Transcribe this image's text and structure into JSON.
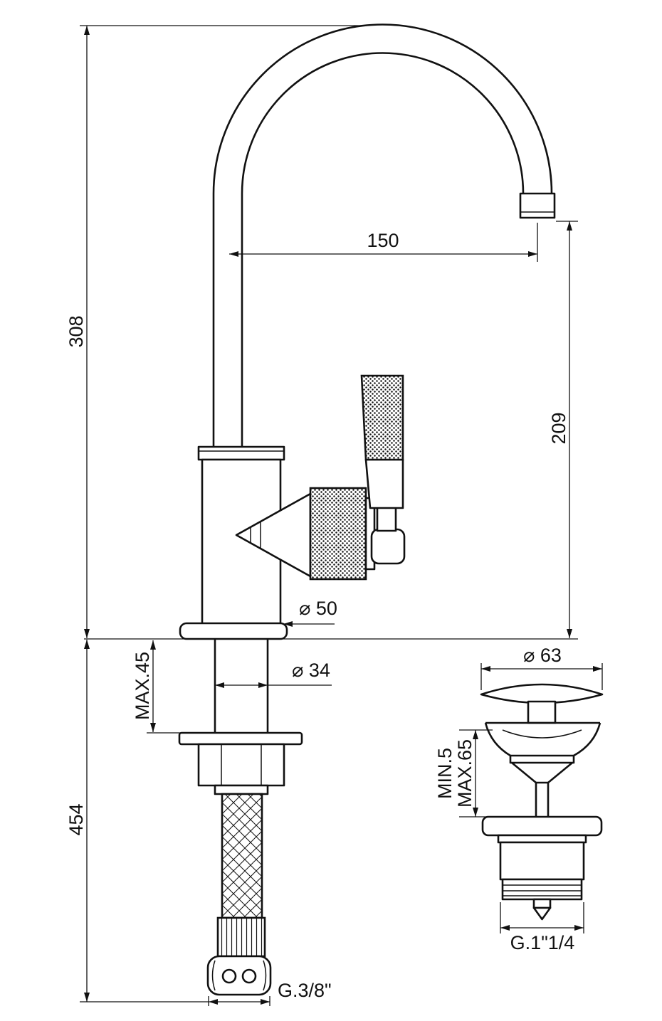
{
  "drawing": {
    "labels": {
      "spout_reach": "150",
      "height_above_deck": "308",
      "outlet_height": "209",
      "body_diameter": "⌀ 50",
      "shank_diameter": "⌀ 34",
      "deck_thickness_max": "MAX.45",
      "below_deck_depth": "454",
      "supply_connection": "G.3/8\"",
      "waste_cap_diameter": "⌀ 63",
      "waste_clamp_min": "MIN.5",
      "waste_clamp_max": "MAX.65",
      "waste_thread": "G.1\"1/4"
    }
  }
}
